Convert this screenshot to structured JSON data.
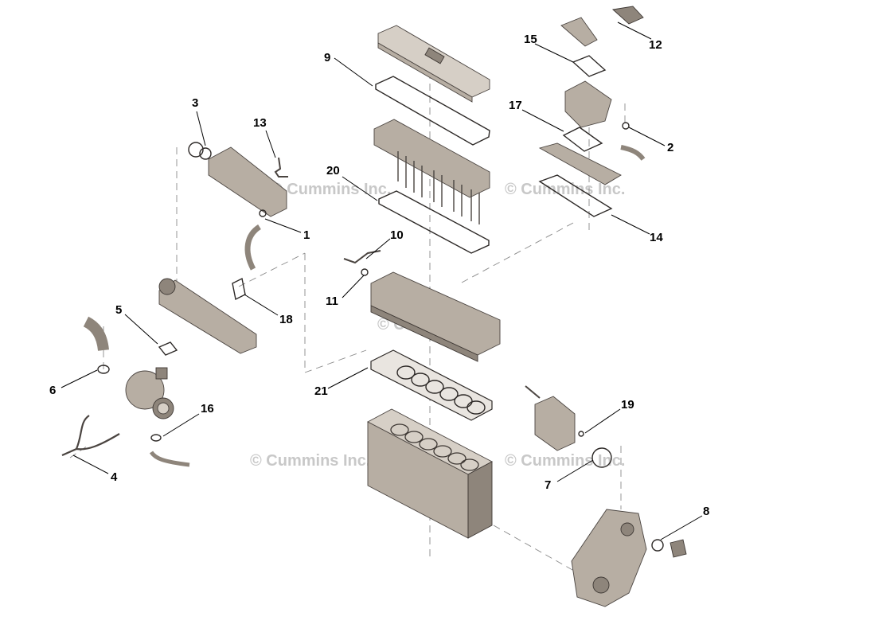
{
  "watermark_text": "© Cummins Inc.",
  "callouts": [
    "1",
    "2",
    "3",
    "4",
    "5",
    "6",
    "7",
    "8",
    "9",
    "10",
    "11",
    "12",
    "13",
    "14",
    "15",
    "16",
    "17",
    "18",
    "19",
    "20",
    "21"
  ]
}
